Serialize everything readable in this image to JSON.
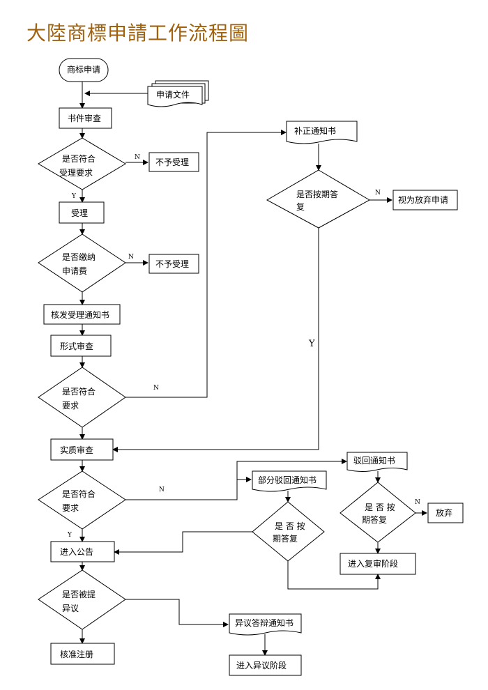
{
  "title": "大陸商標申請工作流程圖",
  "flowchart": {
    "start": "商标申请",
    "document": "申请文件",
    "book_review": "书件审查",
    "d1": [
      "是否符合",
      "受理要求"
    ],
    "reject1": "不予受理",
    "accept": "受理",
    "d2": [
      "是否缴纳",
      "申请费"
    ],
    "reject2": "不予受理",
    "notice_accept": "核发受理通知书",
    "formal_review": "形式审查",
    "d3": [
      "是否符合",
      "要求"
    ],
    "supplement": "补正通知书",
    "d4": [
      "是否按期答",
      "复"
    ],
    "abandon_app": "视为放弃申请",
    "substantive": "实质审查",
    "d5": [
      "是否符合",
      "要求"
    ],
    "reject_notice": "驳回通知书",
    "partial_reject": "部分驳回通知书",
    "d6": [
      "是 否 按",
      "期答复"
    ],
    "d7": [
      "是 否 按",
      "期答复"
    ],
    "give_up": "放弃",
    "reexam": "进入复审阶段",
    "publish": "进入公告",
    "d8": [
      "是否被提",
      "异议"
    ],
    "approve": "核准注册",
    "objection_notice": "异议答辩通知书",
    "objection_stage": "进入异议阶段",
    "yes": "Y",
    "no": "N"
  }
}
